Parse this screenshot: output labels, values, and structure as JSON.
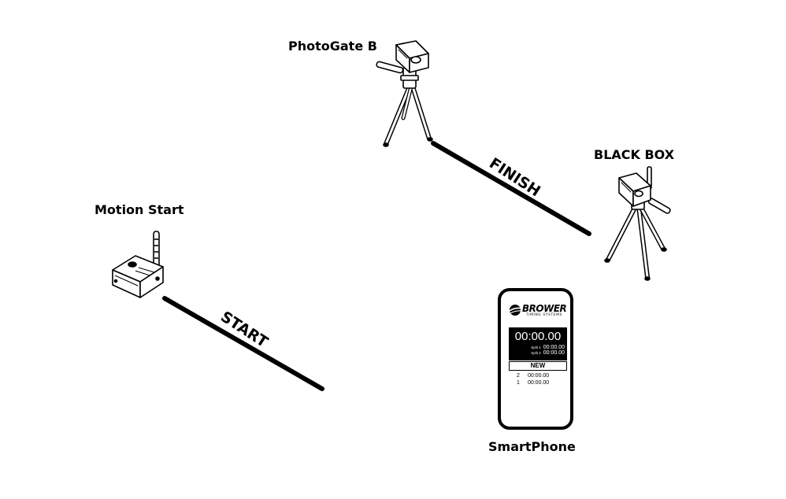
{
  "labels": {
    "motion_start": "Motion Start",
    "photogate_b": "PhotoGate B",
    "black_box": "BLACK BOX",
    "smartphone": "SmartPhone"
  },
  "lines": {
    "start": "START",
    "finish": "FINISH"
  },
  "phone": {
    "brand": "BROWER",
    "brand_sub": "TIMING SYSTEMS",
    "timer": "00:00.00",
    "splits": [
      {
        "label": "Split 1",
        "value": "00:00.00"
      },
      {
        "label": "Split 2",
        "value": "00:00.00"
      }
    ],
    "new_button": "NEW",
    "results": [
      {
        "num": "2",
        "time": "00:00.00"
      },
      {
        "num": "1",
        "time": "00:00.00"
      }
    ]
  }
}
